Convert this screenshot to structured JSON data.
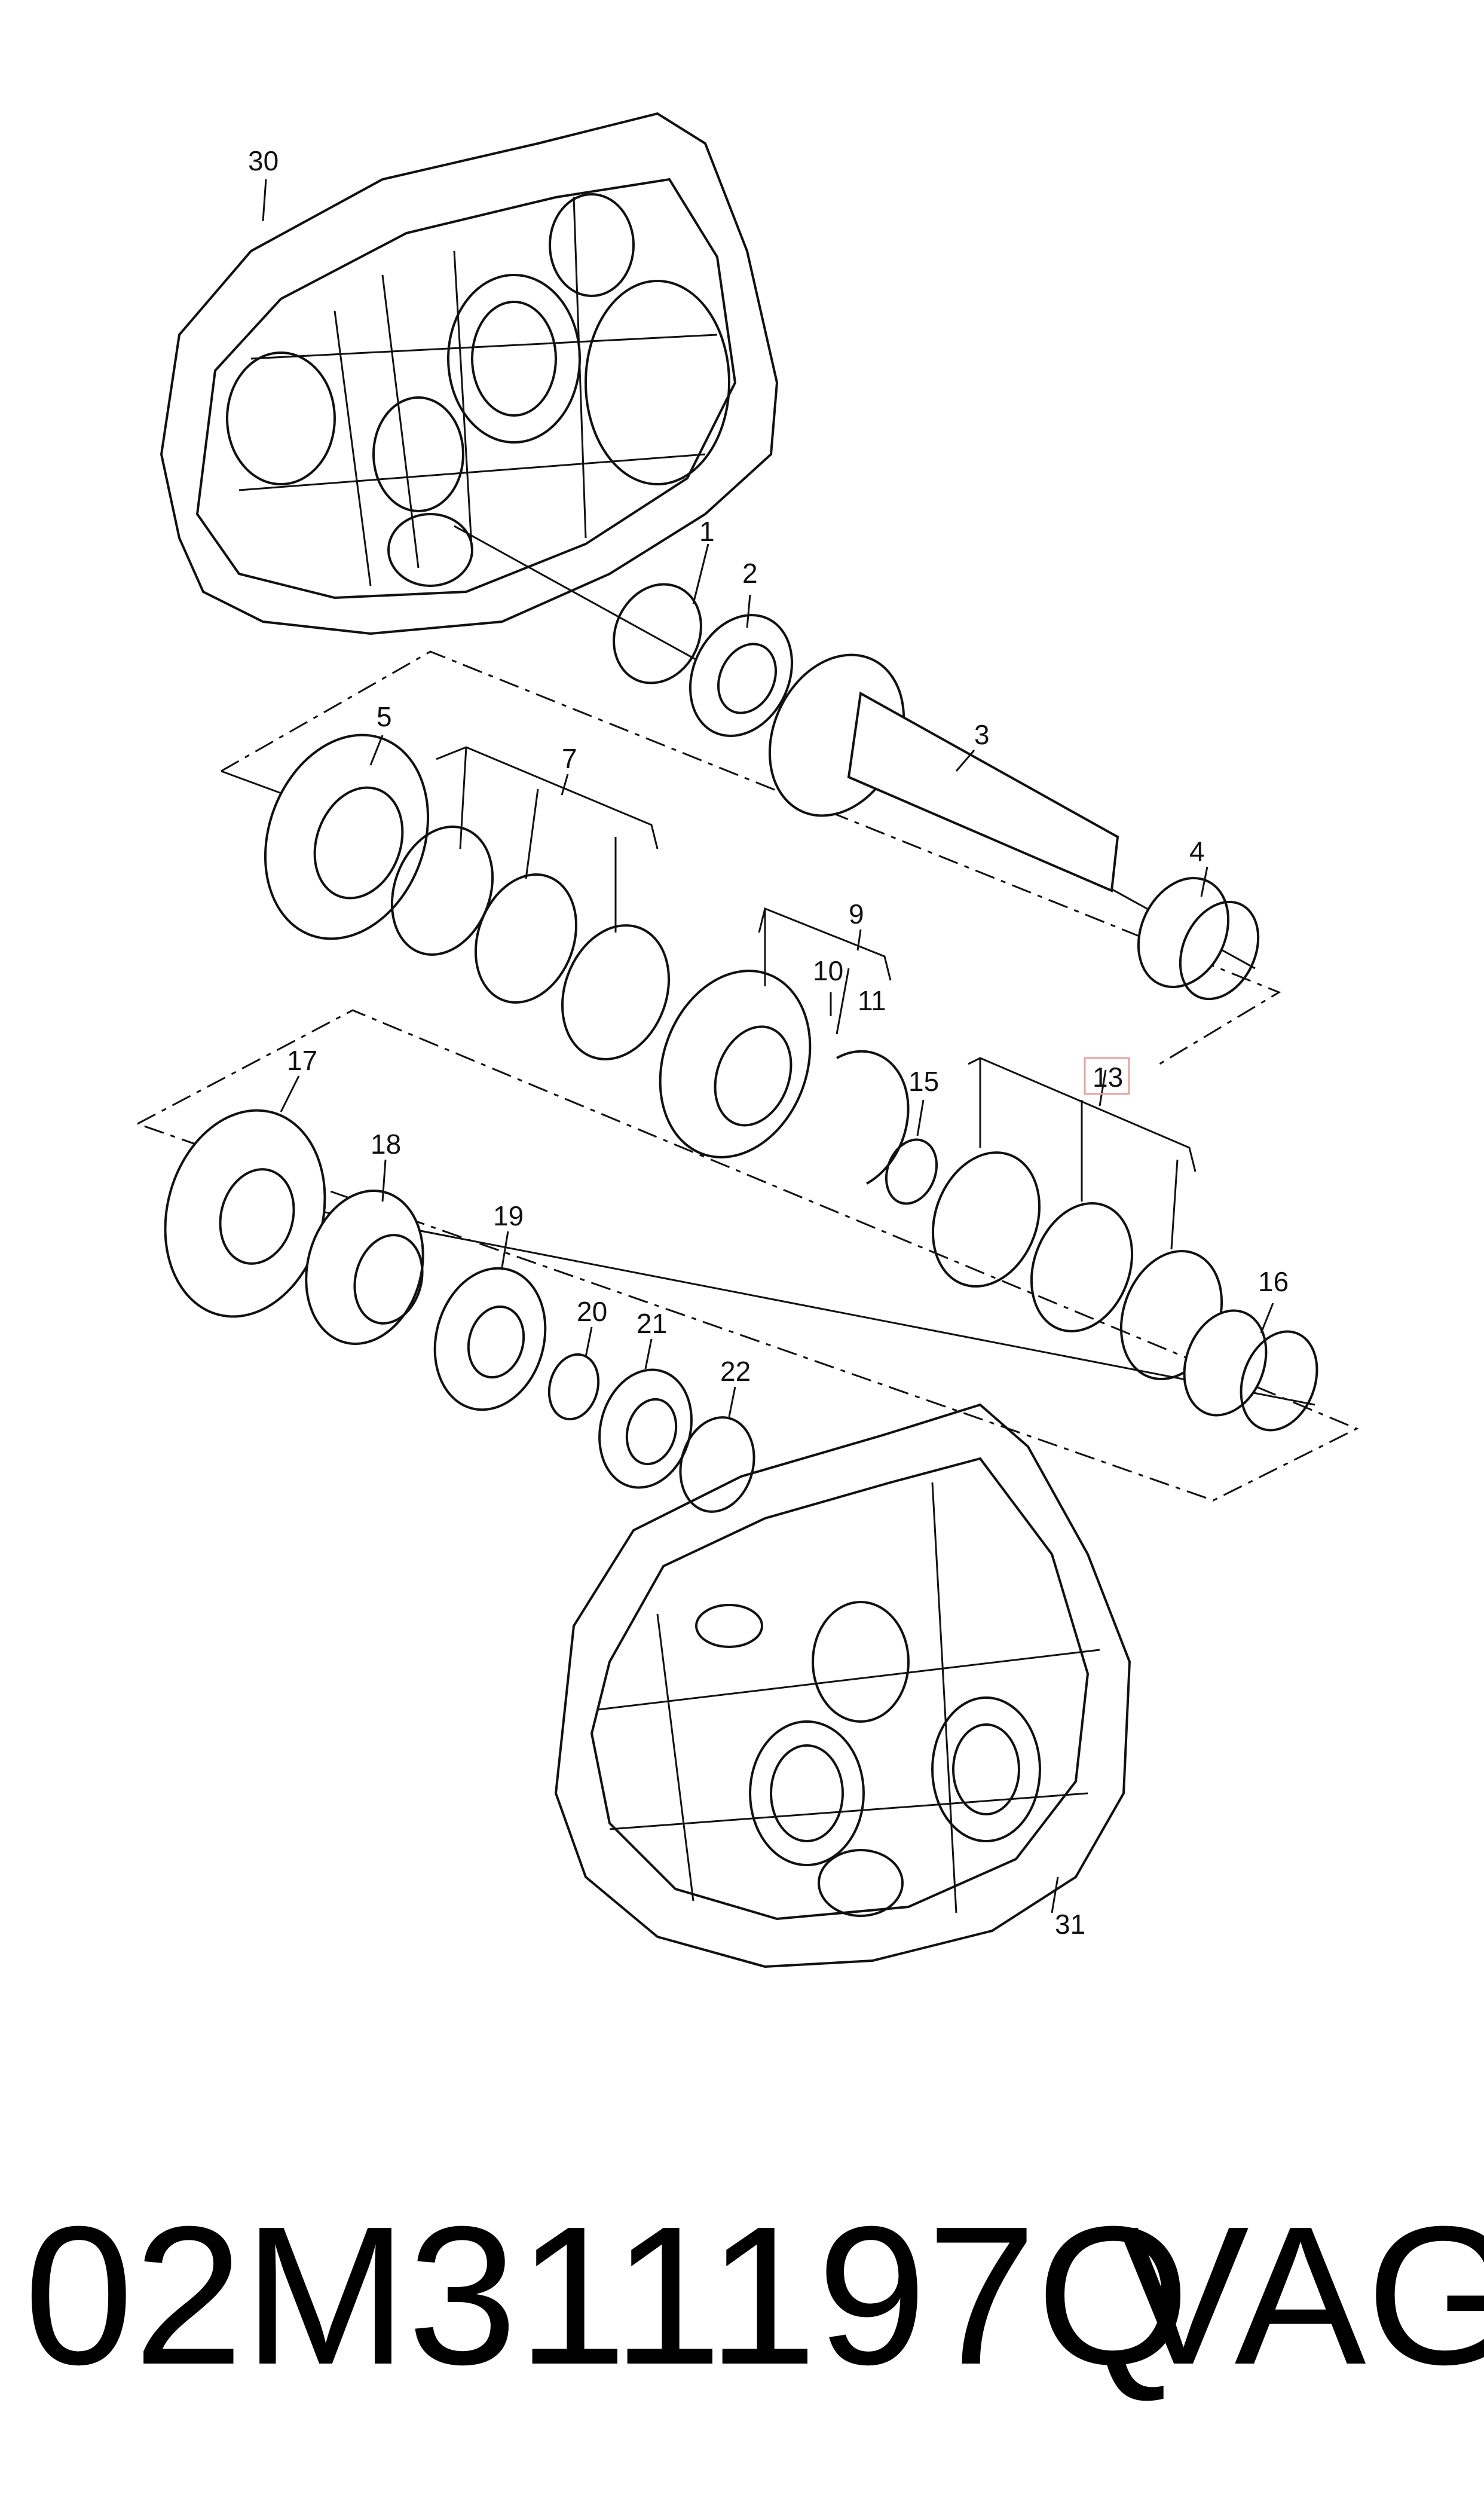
{
  "diagram": {
    "highlight_color": "#e8a0a0",
    "callouts": [
      {
        "id": "30",
        "label": "30"
      },
      {
        "id": "1",
        "label": "1"
      },
      {
        "id": "2",
        "label": "2"
      },
      {
        "id": "3",
        "label": "3"
      },
      {
        "id": "4",
        "label": "4"
      },
      {
        "id": "5",
        "label": "5"
      },
      {
        "id": "7",
        "label": "7"
      },
      {
        "id": "9",
        "label": "9"
      },
      {
        "id": "10",
        "label": "10"
      },
      {
        "id": "11",
        "label": "11"
      },
      {
        "id": "13",
        "label": "13",
        "highlighted": true
      },
      {
        "id": "15",
        "label": "15"
      },
      {
        "id": "16",
        "label": "16"
      },
      {
        "id": "17",
        "label": "17"
      },
      {
        "id": "18",
        "label": "18"
      },
      {
        "id": "19",
        "label": "19"
      },
      {
        "id": "20",
        "label": "20"
      },
      {
        "id": "21",
        "label": "21"
      },
      {
        "id": "22",
        "label": "22"
      },
      {
        "id": "31",
        "label": "31"
      }
    ]
  },
  "caption": {
    "part_number": "02M311197Q",
    "brand": "VAG"
  }
}
